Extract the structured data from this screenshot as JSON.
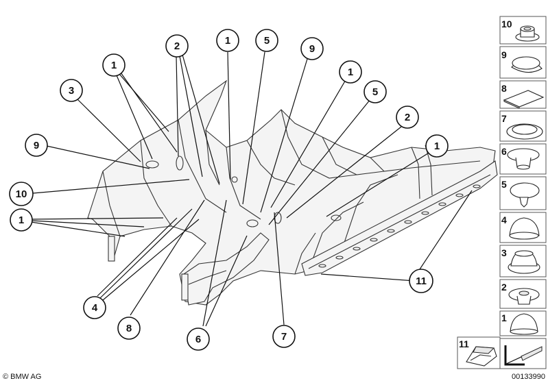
{
  "callouts": [
    {
      "label": "1"
    },
    {
      "label": "2"
    },
    {
      "label": "1"
    },
    {
      "label": "5"
    },
    {
      "label": "9"
    },
    {
      "label": "3"
    },
    {
      "label": "1"
    },
    {
      "label": "5"
    },
    {
      "label": "2"
    },
    {
      "label": "9"
    },
    {
      "label": "1"
    },
    {
      "label": "10"
    },
    {
      "label": "1"
    },
    {
      "label": "11"
    },
    {
      "label": "4"
    },
    {
      "label": "8"
    },
    {
      "label": "6"
    },
    {
      "label": "7"
    }
  ],
  "parts_panel": [
    {
      "label": "10",
      "icon": "grommet-with-collar-icon"
    },
    {
      "label": "9",
      "icon": "flat-plug-icon"
    },
    {
      "label": "8",
      "icon": "adhesive-pad-icon"
    },
    {
      "label": "7",
      "icon": "oval-plug-icon"
    },
    {
      "label": "6",
      "icon": "plug-with-stem-icon"
    },
    {
      "label": "5",
      "icon": "plug-with-clip-icon"
    },
    {
      "label": "4",
      "icon": "dome-plug-icon"
    },
    {
      "label": "3",
      "icon": "stepped-plug-icon"
    },
    {
      "label": "2",
      "icon": "cap-plug-icon"
    },
    {
      "label": "1",
      "icon": "round-plug-icon"
    },
    {
      "label": "11",
      "icon": "foam-block-icon"
    }
  ],
  "footer": {
    "brand": "© BMW AG",
    "diagram_number": "00133990"
  }
}
